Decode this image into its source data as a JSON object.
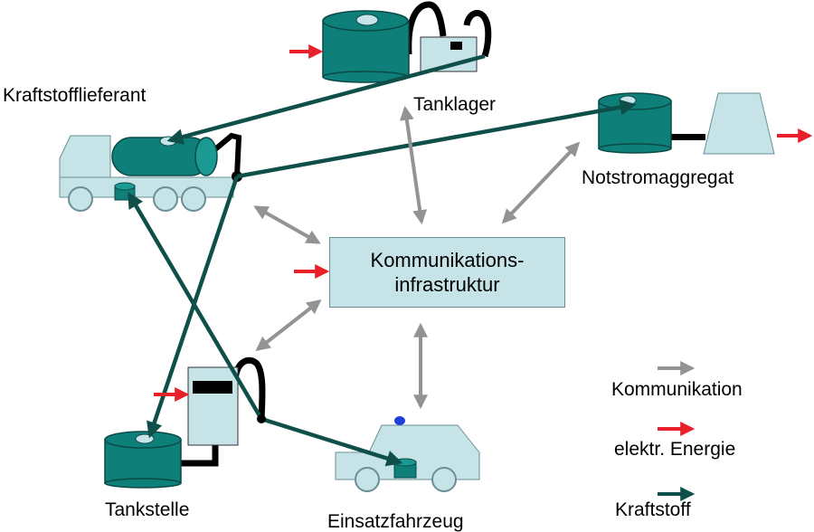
{
  "labels": {
    "kraftstofflieferant": "Kraftstofflieferant",
    "tanklager": "Tanklager",
    "notstromaggregat": "Notstromaggregat",
    "tankstelle": "Tankstelle",
    "einsatzfahrzeug": "Einsatzfahrzeug",
    "center_line1": "Kommunikations-",
    "center_line2": "infrastruktur"
  },
  "legend": [
    {
      "label": "Kommunikation",
      "color": "#939393"
    },
    {
      "label": "elektr. Energie",
      "color": "#e8202a"
    },
    {
      "label": "Kraftstoff",
      "color": "#0e4f4a"
    }
  ],
  "colors": {
    "tank_fill": "#0f7f7a",
    "tank_cap": "#c6e4e8",
    "equipment_fill": "#c6e4e8",
    "hose": "#000000",
    "fuel_arrow": "#0e4f4a",
    "comm_arrow": "#939393",
    "energy_arrow": "#e8202a"
  }
}
